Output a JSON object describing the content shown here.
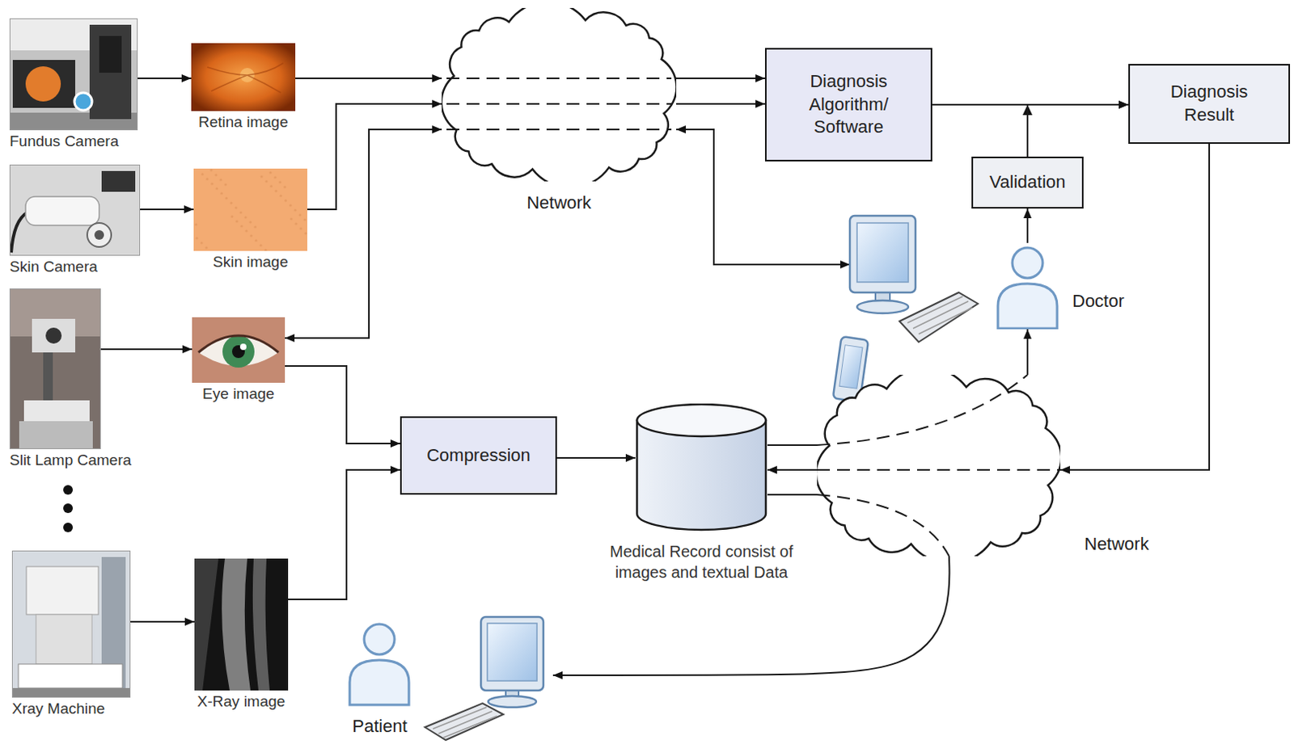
{
  "diagram": {
    "nodes": [
      {
        "text": [
          "Fundus Camera"
        ]
      },
      {
        "text": [
          "Retina image"
        ]
      },
      {
        "text": [
          "Skin Camera"
        ]
      },
      {
        "text": [
          "Skin image"
        ]
      },
      {
        "text": [
          "Slit Lamp Camera"
        ]
      },
      {
        "text": [
          "Eye image"
        ]
      },
      {
        "text": [
          "Xray Machine"
        ]
      },
      {
        "text": [
          "X-Ray image"
        ]
      },
      {
        "text": [
          "Network"
        ]
      },
      {
        "text": [
          "Diagnosis Algorithm/ Software"
        ]
      },
      {
        "text": [
          "Diagnosis Result"
        ]
      },
      {
        "text": [
          "Validation"
        ]
      },
      {
        "text": [
          "Doctor"
        ]
      },
      {
        "text": [
          "Compression"
        ]
      },
      {
        "text": [
          "Medical Record consist of images and textual Data"
        ]
      },
      {
        "text": [
          "Network"
        ]
      },
      {
        "text": [
          "Patient"
        ]
      }
    ],
    "edges": [
      {
        "from": 0,
        "to": 1,
        "arrow": "to"
      },
      {
        "from": 1,
        "to": 8,
        "arrow": "to"
      },
      {
        "from": 2,
        "to": 3,
        "arrow": "to"
      },
      {
        "from": 3,
        "to": 8,
        "arrow": "to"
      },
      {
        "from": 4,
        "to": 5,
        "arrow": "to"
      },
      {
        "from": 5,
        "to": 8,
        "arrow": "both"
      },
      {
        "from": 6,
        "to": 7,
        "arrow": "to"
      },
      {
        "from": 5,
        "to": 13,
        "arrow": "to"
      },
      {
        "from": 7,
        "to": 13,
        "arrow": "to"
      },
      {
        "from": 8,
        "to": 9,
        "arrow": "to"
      },
      {
        "from": 8,
        "to": 9,
        "arrow": "to"
      },
      {
        "from": 9,
        "to": 10,
        "arrow": "to"
      },
      {
        "from": 11,
        "to": 10,
        "arrow": "to"
      },
      {
        "from": 12,
        "to": 11,
        "arrow": "to"
      },
      {
        "from": 10,
        "to": 15,
        "arrow": "to"
      },
      {
        "from": 13,
        "to": 14,
        "arrow": "to"
      },
      {
        "from": 14,
        "to": 15,
        "arrow": "none"
      },
      {
        "from": 15,
        "to": 14,
        "arrow": "to"
      },
      {
        "from": 14,
        "to": 15,
        "arrow": "none"
      },
      {
        "from": 15,
        "to": 12,
        "arrow": "to"
      },
      {
        "from": 15,
        "to": 16,
        "arrow": "to"
      }
    ]
  }
}
